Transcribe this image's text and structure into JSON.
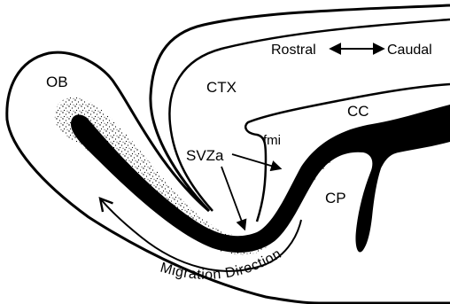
{
  "labels": {
    "ob": "OB",
    "ctx": "CTX",
    "cc": "CC",
    "fmi": "fmi",
    "svza": "SVZa",
    "cp": "CP",
    "rostral": "Rostral",
    "caudal": "Caudal",
    "migration": "Migration Direction"
  },
  "colors": {
    "ink": "#000000",
    "background": "#ffffff"
  },
  "icons": {
    "rostral_caudal": "double-headed-arrow-icon",
    "migration": "curved-arrow-icon"
  }
}
